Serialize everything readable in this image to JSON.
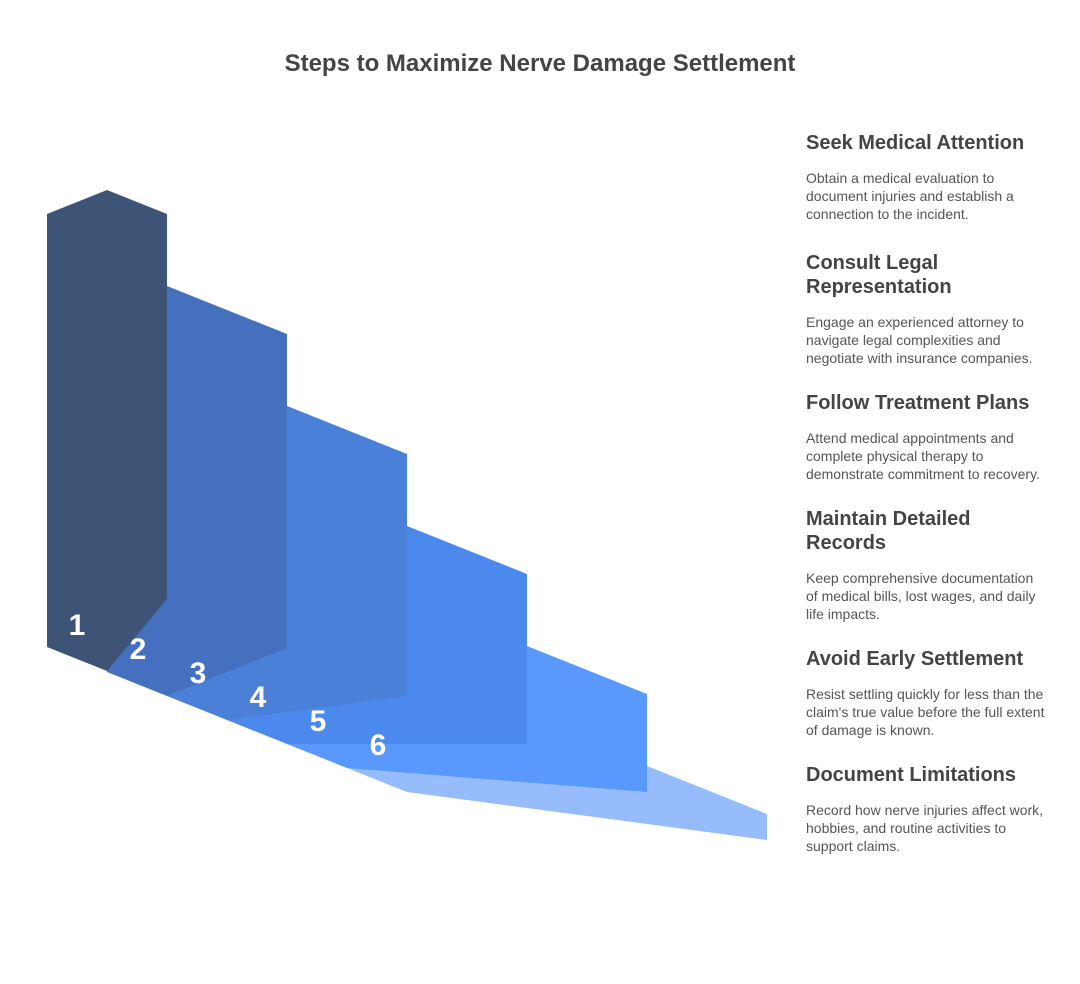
{
  "title": "Steps to Maximize Nerve Damage Settlement",
  "colors": {
    "step1": "#3e5477",
    "step2": "#4570bf",
    "step3": "#4b80d8",
    "step4": "#4c89ec",
    "step5": "#5999fd",
    "step6": "#96bcfd",
    "title_text": "#444444",
    "desc_text": "#555555"
  },
  "steps": [
    {
      "number": "1",
      "title": "Seek Medical Attention",
      "description": "Obtain a medical evaluation to document injuries and establish a connection to the incident."
    },
    {
      "number": "2",
      "title": "Consult Legal Representation",
      "description": "Engage an experienced attorney to navigate legal complexities and negotiate with insurance companies."
    },
    {
      "number": "3",
      "title": "Follow Treatment Plans",
      "description": "Attend medical appointments and complete physical therapy to demonstrate commitment to recovery."
    },
    {
      "number": "4",
      "title": "Maintain Detailed Records",
      "description": "Keep comprehensive documentation of medical bills, lost wages, and daily life impacts."
    },
    {
      "number": "5",
      "title": "Avoid Early Settlement",
      "description": "Resist settling quickly for less than the claim's true value before the full extent of damage is known."
    },
    {
      "number": "6",
      "title": "Document Limitations",
      "description": "Record how nerve injuries affect work, hobbies, and routine activities to support claims."
    }
  ]
}
